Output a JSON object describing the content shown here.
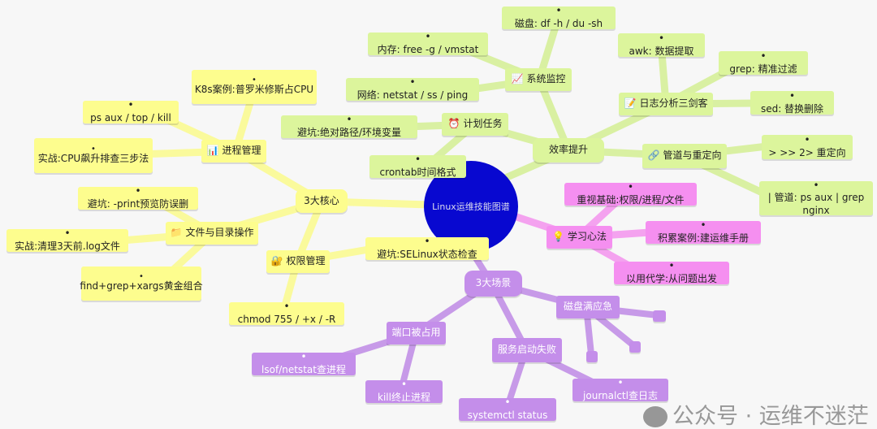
{
  "root": "Linux运维技能图谱",
  "colors": {
    "root": "#0808d0",
    "core": "#fdfd8e",
    "efficiency": "#dcf59c",
    "learning": "#f58ff0",
    "scenarios": "#c48eea"
  },
  "core": {
    "label": "3大核心",
    "process": {
      "icon": "bar-chart-icon",
      "label": "进程管理",
      "items": [
        "K8s案例:普罗米修斯占CPU",
        "ps aux / top / kill",
        "实战:CPU飙升排查三步法"
      ]
    },
    "files": {
      "icon": "folder-icon",
      "label": "文件与目录操作",
      "items": [
        "避坑: -print预览防误删",
        "实战:清理3天前.log文件",
        "find+grep+xargs黄金组合"
      ]
    },
    "perm": {
      "icon": "lock-icon",
      "label": "权限管理",
      "items": [
        "避坑:SELinux状态检查",
        "chmod 755 / +x / -R"
      ]
    }
  },
  "efficiency": {
    "label": "效率提升",
    "monitor": {
      "icon": "chart-up-icon",
      "label": "系统监控",
      "items": [
        "磁盘: df -h / du -sh",
        "内存: free -g / vmstat",
        "网络: netstat / ss / ping"
      ]
    },
    "cron": {
      "icon": "alarm-clock-icon",
      "label": "计划任务",
      "items": [
        "避坑:绝对路径/环境变量",
        "crontab时间格式"
      ]
    },
    "logs": {
      "icon": "memo-icon",
      "label": "日志分析三剑客",
      "items": [
        "awk: 数据提取",
        "grep: 精准过滤",
        "sed: 替换删除"
      ]
    },
    "pipe": {
      "icon": "link-icon",
      "label": "管道与重定向",
      "items": [
        "> >> 2> 重定向",
        "| 管道: ps aux | grep nginx"
      ]
    }
  },
  "learning": {
    "icon": "lightbulb-icon",
    "label": "学习心法",
    "items": [
      "重视基础:权限/进程/文件",
      "积累案例:建运维手册",
      "以用代学:从问题出发"
    ]
  },
  "scenarios": {
    "label": "3大场景",
    "disk": {
      "label": "磁盘满应急"
    },
    "port": {
      "label": "端口被占用",
      "items": [
        "lsof/netstat查进程",
        "kill终止进程"
      ]
    },
    "service": {
      "label": "服务启动失败",
      "items": [
        "systemctl status",
        "journalctl查日志"
      ]
    }
  },
  "watermark": "公众号 · 运维不迷茫"
}
